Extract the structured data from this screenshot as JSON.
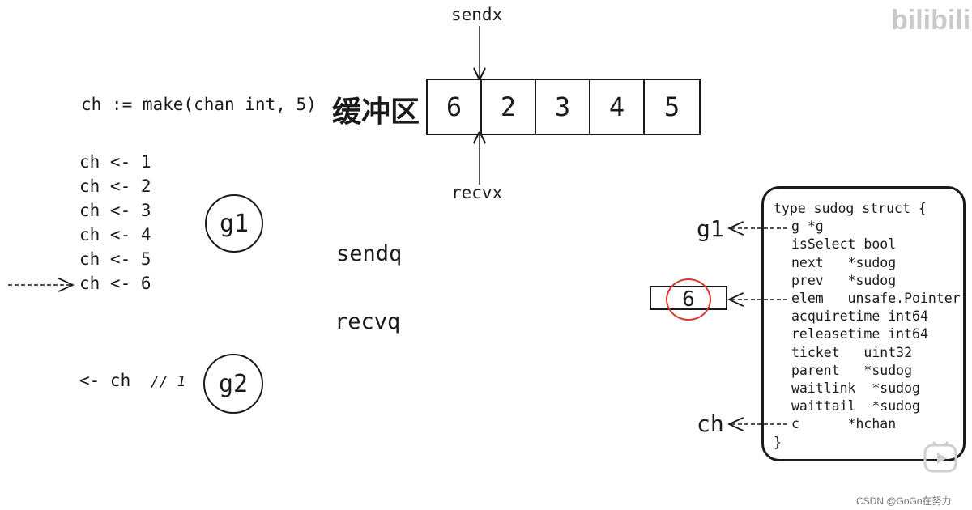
{
  "watermark": {
    "text": "bilibili"
  },
  "footer": {
    "text": "CSDN @GoGo在努力"
  },
  "code": {
    "make": "ch := make(chan int, 5)",
    "sends": [
      "ch <- 1",
      "ch <- 2",
      "ch <- 3",
      "ch <- 4",
      "ch <- 5",
      "ch <- 6"
    ],
    "recv": "<- ch",
    "comment": "// 1"
  },
  "goroutines": {
    "g1": "g1",
    "g2": "g2"
  },
  "buffer": {
    "label": "缓冲区",
    "cells": [
      "6",
      "2",
      "3",
      "4",
      "5"
    ],
    "sendx": "sendx",
    "recvx": "recvx"
  },
  "queues": {
    "sendq": "sendq",
    "recvq": "recvq"
  },
  "sudog": {
    "header": "type sudog struct {",
    "fields": [
      "g *g",
      "isSelect bool",
      "next   *sudog",
      "prev   *sudog",
      "elem   unsafe.Pointer",
      "acquiretime int64",
      "releasetime int64",
      "ticket   uint32",
      "parent   *sudog",
      "waitlink  *sudog",
      "waittail  *sudog",
      "c      *hchan"
    ],
    "footer": "}"
  },
  "labels": {
    "g1_ref": "g1",
    "ch_ref": "ch",
    "elem_value": "6"
  },
  "colors": {
    "ink": "#1a1a1a",
    "highlight": "#d9382c"
  }
}
